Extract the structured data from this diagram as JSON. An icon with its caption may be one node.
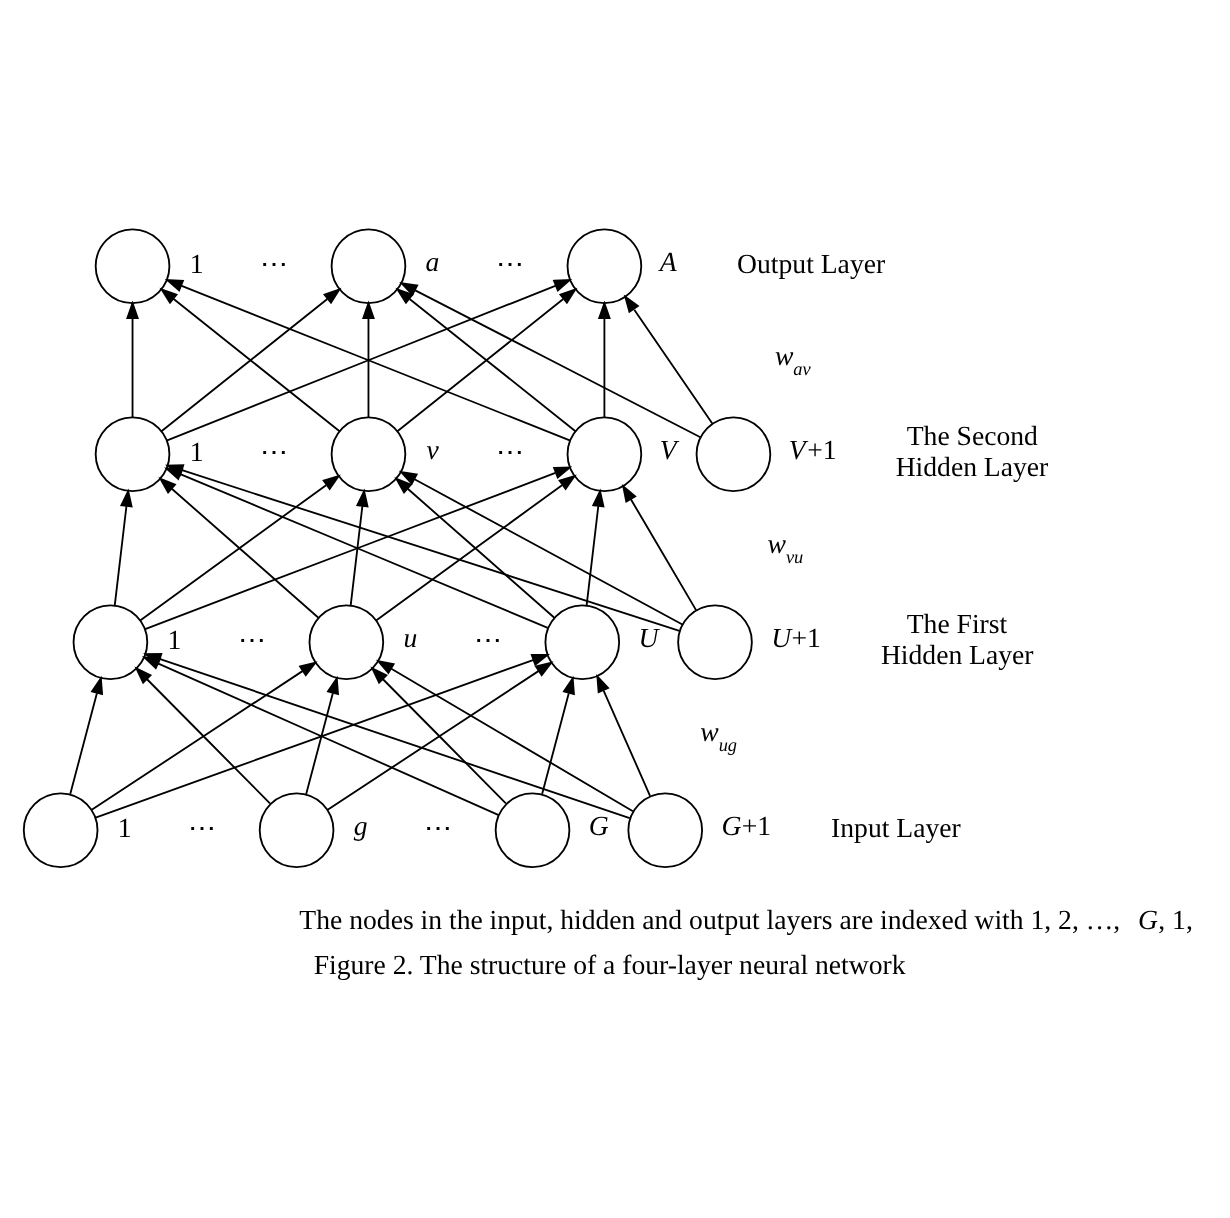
{
  "diagram": {
    "caption": "Figure 2. The structure of a four-layer neural network",
    "nodes": [
      {
        "text": [],
        "shape": "circle",
        "beside": [
          "1"
        ]
      },
      {
        "text": [],
        "shape": "circle",
        "beside": [
          "a"
        ]
      },
      {
        "text": [],
        "shape": "circle",
        "beside": [
          "A"
        ]
      },
      {
        "text": [],
        "shape": "circle",
        "beside": [
          "1"
        ]
      },
      {
        "text": [],
        "shape": "circle",
        "beside": [
          "v"
        ]
      },
      {
        "text": [],
        "shape": "circle",
        "beside": [
          "V"
        ]
      },
      {
        "text": [],
        "shape": "circle",
        "beside": [
          "*V*+1"
        ]
      },
      {
        "text": [],
        "shape": "circle",
        "beside": [
          "1"
        ]
      },
      {
        "text": [],
        "shape": "circle",
        "beside": [
          "u"
        ]
      },
      {
        "text": [],
        "shape": "circle",
        "beside": [
          "U"
        ]
      },
      {
        "text": [],
        "shape": "circle",
        "beside": [
          "*U*+1"
        ]
      },
      {
        "text": [],
        "shape": "circle",
        "beside": [
          "1"
        ]
      },
      {
        "text": [],
        "shape": "circle",
        "beside": [
          "g"
        ]
      },
      {
        "text": [],
        "shape": "circle",
        "beside": [
          "G"
        ]
      },
      {
        "text": [],
        "shape": "circle",
        "beside": [
          "*G*+1"
        ]
      }
    ],
    "edges": [
      {
        "from": 3,
        "to": 0,
        "arrow": "to"
      },
      {
        "from": 3,
        "to": 1,
        "arrow": "to"
      },
      {
        "from": 3,
        "to": 2,
        "arrow": "to"
      },
      {
        "from": 4,
        "to": 0,
        "arrow": "to"
      },
      {
        "from": 4,
        "to": 1,
        "arrow": "to"
      },
      {
        "from": 4,
        "to": 2,
        "arrow": "to"
      },
      {
        "from": 5,
        "to": 0,
        "arrow": "to"
      },
      {
        "from": 5,
        "to": 1,
        "arrow": "to"
      },
      {
        "from": 5,
        "to": 2,
        "arrow": "to"
      },
      {
        "from": 6,
        "to": 1,
        "arrow": "to"
      },
      {
        "from": 6,
        "to": 2,
        "arrow": "to"
      },
      {
        "from": 7,
        "to": 3,
        "arrow": "to"
      },
      {
        "from": 7,
        "to": 4,
        "arrow": "to"
      },
      {
        "from": 7,
        "to": 5,
        "arrow": "to"
      },
      {
        "from": 8,
        "to": 3,
        "arrow": "to"
      },
      {
        "from": 8,
        "to": 4,
        "arrow": "to"
      },
      {
        "from": 8,
        "to": 5,
        "arrow": "to"
      },
      {
        "from": 9,
        "to": 3,
        "arrow": "to"
      },
      {
        "from": 9,
        "to": 4,
        "arrow": "to"
      },
      {
        "from": 9,
        "to": 5,
        "arrow": "to"
      },
      {
        "from": 10,
        "to": 3,
        "arrow": "to"
      },
      {
        "from": 10,
        "to": 4,
        "arrow": "to"
      },
      {
        "from": 10,
        "to": 5,
        "arrow": "to"
      },
      {
        "from": 11,
        "to": 7,
        "arrow": "to"
      },
      {
        "from": 11,
        "to": 8,
        "arrow": "to"
      },
      {
        "from": 11,
        "to": 9,
        "arrow": "to"
      },
      {
        "from": 12,
        "to": 7,
        "arrow": "to"
      },
      {
        "from": 12,
        "to": 8,
        "arrow": "to"
      },
      {
        "from": 12,
        "to": 9,
        "arrow": "to"
      },
      {
        "from": 13,
        "to": 7,
        "arrow": "to"
      },
      {
        "from": 13,
        "to": 8,
        "arrow": "to"
      },
      {
        "from": 13,
        "to": 9,
        "arrow": "to"
      },
      {
        "from": 14,
        "to": 7,
        "arrow": "to"
      },
      {
        "from": 14,
        "to": 8,
        "arrow": "to"
      },
      {
        "from": 14,
        "to": 9,
        "arrow": "to"
      }
    ],
    "labels": [
      "⋯",
      "⋯",
      "Output Layer",
      "w$_{av}$",
      "⋯",
      "⋯",
      "The Second Hidden Layer",
      "w$_{vu}$",
      "⋯",
      "⋯",
      "The First Hidden Layer",
      "w$_{ug}$",
      "⋯",
      "⋯",
      "Input Layer",
      "The nodes in the input, hidden and output layers are indexed with 1, 2, …, *G*, 1,"
    ]
  }
}
